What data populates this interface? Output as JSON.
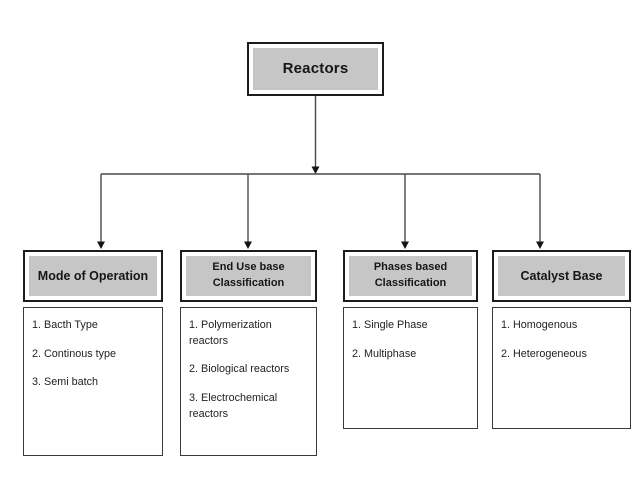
{
  "diagram": {
    "root_label": "Reactors",
    "branches": [
      {
        "title": "Mode of Operation",
        "title_lines": [
          "Mode of Operation"
        ],
        "items": [
          "1. Bacth Type",
          "2. Continous type",
          "3. Semi batch"
        ]
      },
      {
        "title": "End Use base Classification",
        "title_lines": [
          "End Use base",
          "Classification"
        ],
        "items": [
          "1. Polymerization reactors",
          "2. Biological reactors",
          "3. Electrochemical reactors"
        ]
      },
      {
        "title": "Phases based Classification",
        "title_lines": [
          "Phases based",
          "Classification"
        ],
        "items": [
          "1. Single Phase",
          "2. Multiphase"
        ]
      },
      {
        "title": "Catalyst Base",
        "title_lines": [
          "Catalyst Base"
        ],
        "items": [
          "1. Homogenous",
          "2. Heterogeneous"
        ]
      }
    ],
    "colors": {
      "background": "#ffffff",
      "box_fill": "#c6c6c6",
      "box_border": "#1c1c1c",
      "list_border": "#3a3a3a",
      "connector": "#4a4a4a",
      "text": "#1a1a1a"
    }
  }
}
